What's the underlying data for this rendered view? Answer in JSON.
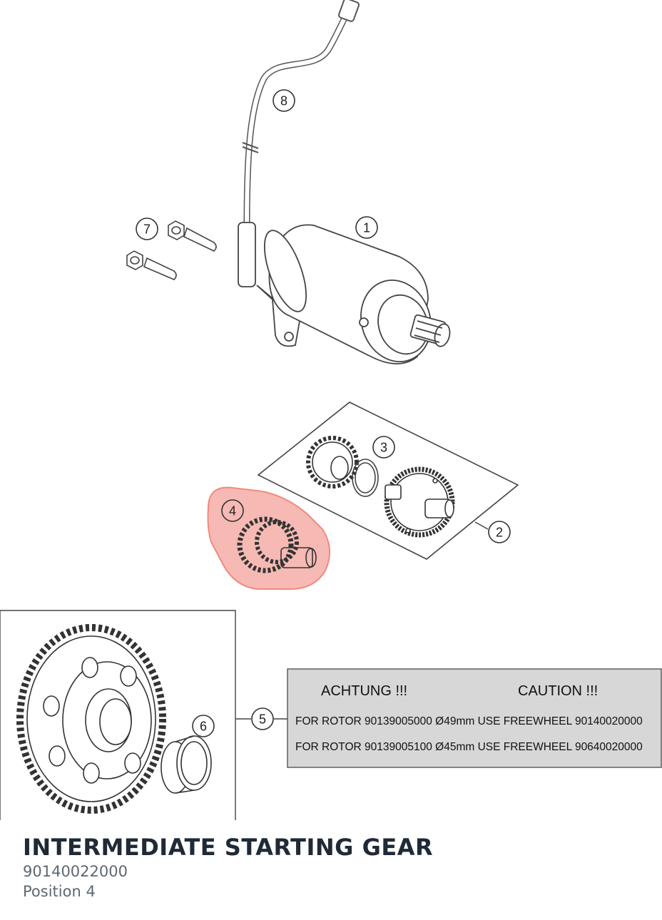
{
  "diagram": {
    "callouts": [
      {
        "id": "callout-1",
        "label": "1"
      },
      {
        "id": "callout-2",
        "label": "2"
      },
      {
        "id": "callout-3",
        "label": "3"
      },
      {
        "id": "callout-4",
        "label": "4"
      },
      {
        "id": "callout-5",
        "label": "5"
      },
      {
        "id": "callout-6",
        "label": "6"
      },
      {
        "id": "callout-7",
        "label": "7"
      },
      {
        "id": "callout-8",
        "label": "8"
      }
    ],
    "warning": {
      "heading_de": "ACHTUNG !!!",
      "heading_en": "CAUTION !!!",
      "line1": "FOR ROTOR 90139005000 Ø49mm USE FREEWHEEL 90140020000",
      "line2": "FOR ROTOR 90139005100 Ø45mm USE FREEWHEEL 90640020000"
    },
    "highlight_color": "#f08a80",
    "line_color": "#333333"
  },
  "part": {
    "title": "INTERMEDIATE STARTING GEAR",
    "number": "90140022000",
    "position": "Position 4"
  }
}
